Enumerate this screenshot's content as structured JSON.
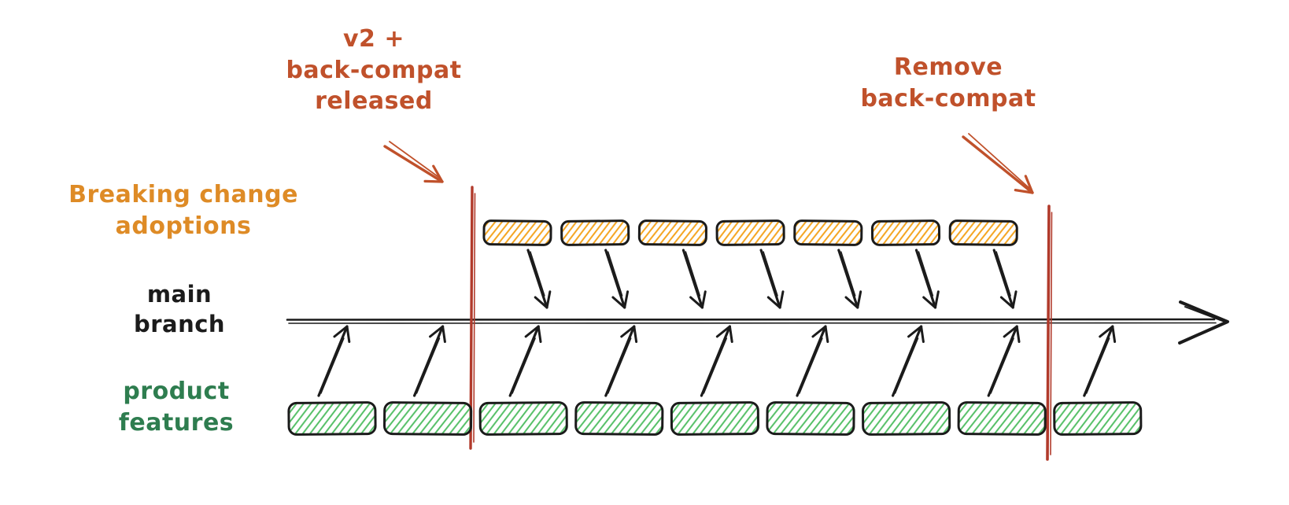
{
  "annotations": {
    "release": "v2 +\nback-compat\nreleased",
    "remove": "Remove\nback-compat"
  },
  "labels": {
    "adoptions": "Breaking change\nadoptions",
    "main_branch": "main\nbranch",
    "features": "product\nfeatures"
  },
  "diagram": {
    "adoption_box_count": 7,
    "feature_box_count": 9,
    "events": [
      "v2 + back-compat released",
      "Remove back-compat"
    ]
  },
  "colors": {
    "annotation_red": "#c0512b",
    "line_red": "#b13a2b",
    "adoption_orange": "#de8b26",
    "adoption_hatch": "#f4a41f",
    "feature_green": "#2e7d4f",
    "feature_hatch": "#54bf66",
    "ink_black": "#1b1b1b",
    "canvas_bg": "#ffffff"
  }
}
